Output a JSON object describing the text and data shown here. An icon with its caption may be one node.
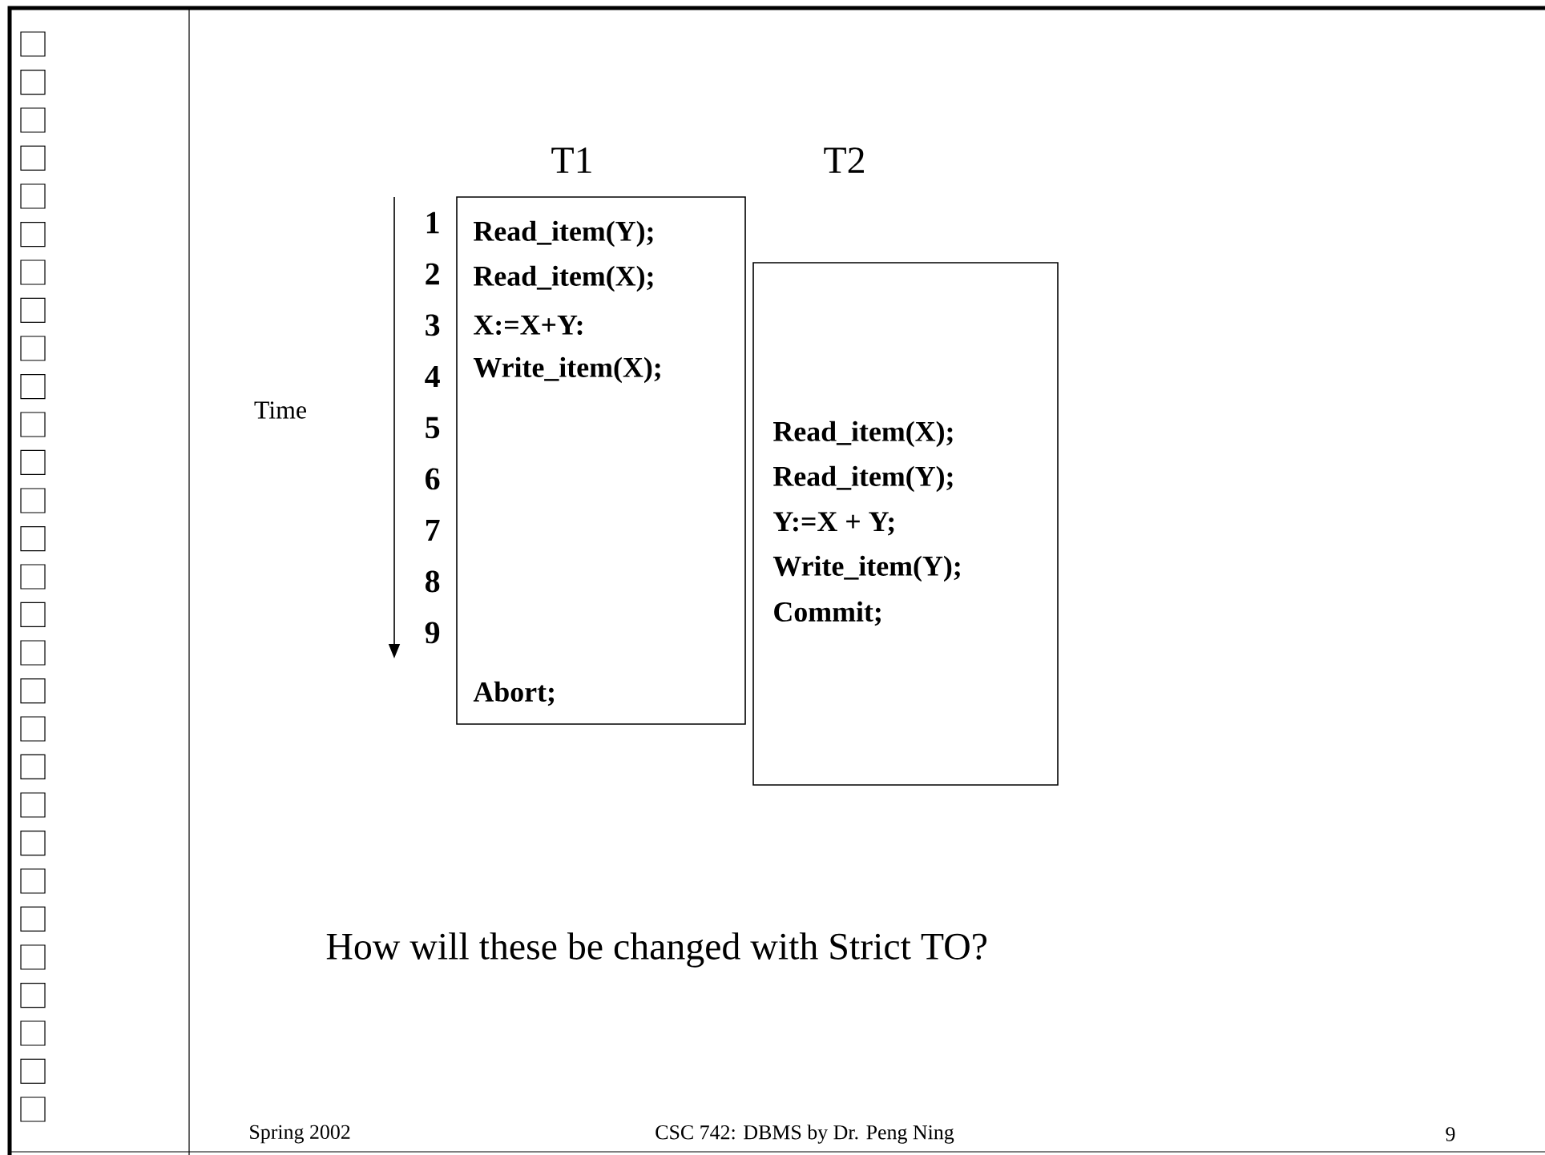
{
  "diagram": {
    "nodes": [
      {
        "text": [
          "T1",
          "Read_item(Y);",
          "Read_item(X);",
          "X:=X+Y:",
          "Write_item(X);",
          "Abort;"
        ]
      },
      {
        "text": [
          "T2",
          "Read_item(X);",
          "Read_item(Y);",
          "Y:=X + Y;",
          "Write_item(Y);",
          "Commit;"
        ]
      }
    ],
    "labels": [
      "Time",
      "1",
      "2",
      "3",
      "4",
      "5",
      "6",
      "7",
      "8",
      "9",
      "How will these be changed with Strict TO?",
      "Spring 2002",
      "CSC 742: DBMS by Dr. Peng Ning",
      "9"
    ]
  }
}
